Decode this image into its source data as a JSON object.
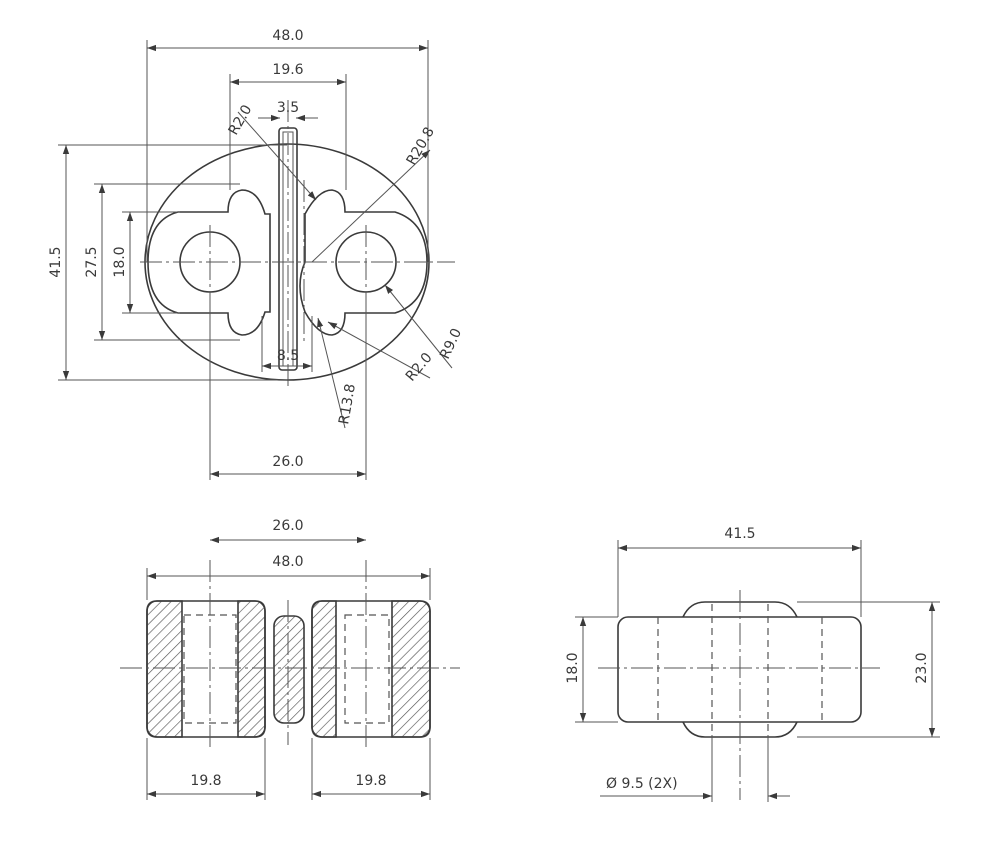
{
  "drawing": {
    "top_view": {
      "overall_width": "48.0",
      "slot_outer_width": "19.6",
      "slot_width": "3.5",
      "fillet_upper": "R2.0",
      "outer_radius": "R20.8",
      "overall_height": "41.5",
      "inner_height": "27.5",
      "lobe_height": "18.0",
      "neck_width": "8.5",
      "hole_radius": "R9.0",
      "fillet_lower": "R2.0",
      "inner_radius": "R13.8",
      "hole_spacing": "26.0"
    },
    "section_view": {
      "hole_spacing": "26.0",
      "overall_width": "48.0",
      "left_width": "19.8",
      "right_width": "19.8"
    },
    "side_view": {
      "overall_width": "41.5",
      "body_height": "18.0",
      "max_height": "23.0",
      "hole_callout": "Ø 9.5 (2X)"
    }
  }
}
